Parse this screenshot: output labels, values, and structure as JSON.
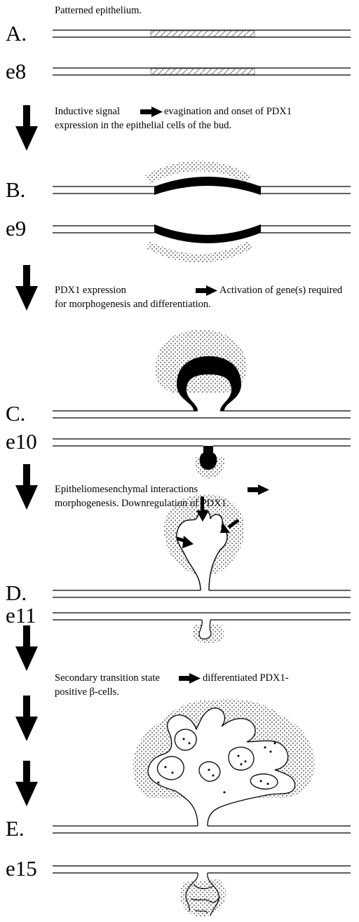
{
  "stages": [
    {
      "stage": "A.",
      "day": "e8"
    },
    {
      "stage": "B.",
      "day": "e9"
    },
    {
      "stage": "C.",
      "day": "e10"
    },
    {
      "stage": "D.",
      "day": "e11"
    },
    {
      "stage": "E.",
      "day": "e15"
    }
  ],
  "notes": {
    "a": "Patterned epithelium.",
    "ab_1": "Inductive signal",
    "ab_2": "evagination and onset of PDX1",
    "ab_3": "expression in the epithelial cells of the bud.",
    "bc_1": "PDX1 expression",
    "bc_2": "Activation of gene(s) required",
    "bc_3": "for morphogenesis and differentiation.",
    "cd_1": "Epitheliomesenchymal interactions",
    "cd_2": "morphogenesis. Downregulation of PDX1.",
    "de_1": "Secondary transition state",
    "de_2": "differentiated  PDX1-",
    "de_3": "positive β-cells."
  }
}
